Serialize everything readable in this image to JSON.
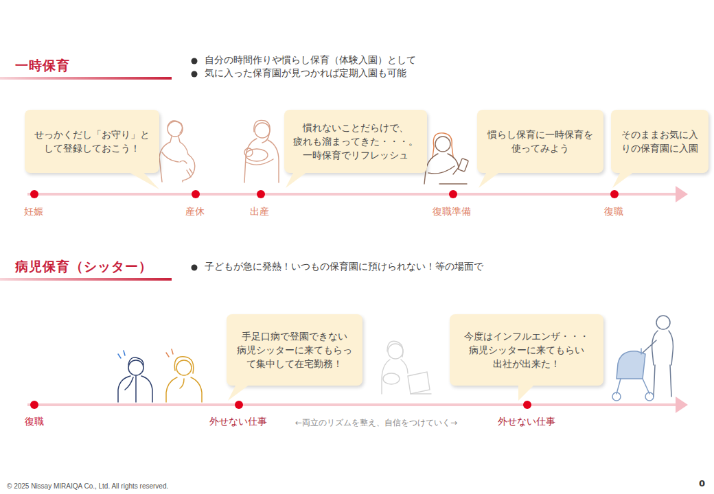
{
  "diagram": {
    "nodes": [
      {
        "text": [
          "せっかくだし「お守り」と して登録しておこう！"
        ]
      },
      {
        "text": [
          "慣れないことだらけで、 疲れも溜まってきた・・・。 一時保育でリフレッシュ"
        ]
      },
      {
        "text": [
          "慣らし保育に一時保育を 使ってみよう"
        ]
      },
      {
        "text": [
          "そのままお気に入 りの保育園に入園"
        ]
      },
      {
        "text": [
          "手足口病で登園できない 病児シッターに来てもらっ て集中して在宅勤務！"
        ]
      },
      {
        "text": [
          "今度はインフルエンザ・・・ 病児シッターに来てもらい 出社が出来た！"
        ]
      }
    ],
    "edges": [],
    "labels": [
      "一時保育",
      "自分の時間作りや慣らし保育（体験入園）として",
      "気に入った保育園が見つかれば定期入園も可能",
      "妊娠",
      "産休",
      "出産",
      "復職準備",
      "復職",
      "病児保育（シッター）",
      "子どもが急に発熱！いつもの保育園に預けられない！等の場面で",
      "復職",
      "外せない仕事",
      "←両立のリズムを整え、自信をつけていく→",
      "外せない仕事",
      "© 2025 Nissay MIRAIQA Co., Ltd. All rights reserved.",
      "0"
    ]
  }
}
